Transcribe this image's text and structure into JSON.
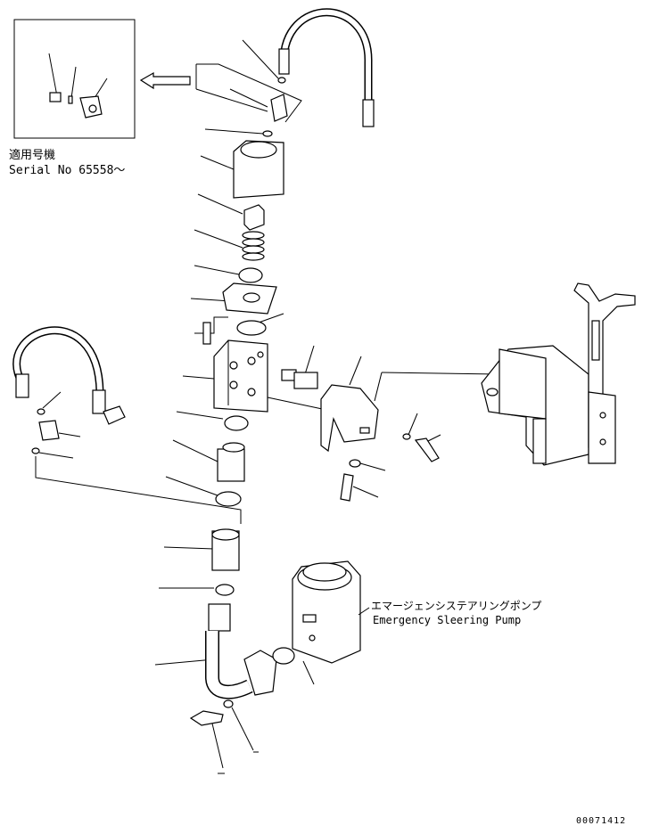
{
  "inset": {
    "applicable_label": "適用号機",
    "serial_label": "Serial No 65558～"
  },
  "pump": {
    "name_jp": "エマージェンシステアリングポンプ",
    "name_en": "Emergency Sleering Pump"
  },
  "figure_number": "00071412"
}
